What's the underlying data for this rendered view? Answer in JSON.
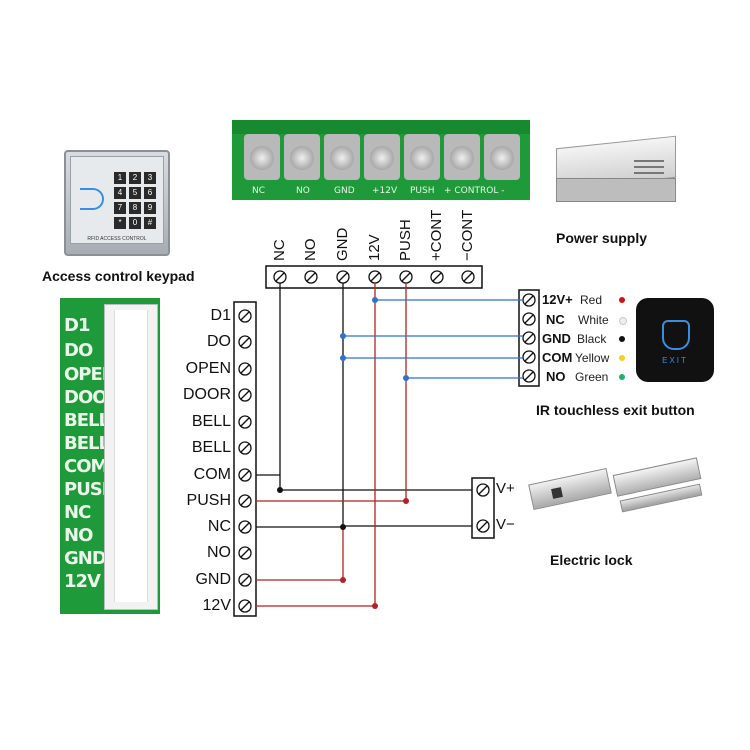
{
  "captions": {
    "keypad": "Access control keypad",
    "power": "Power supply",
    "exit": "IR touchless exit button",
    "lock": "Electric lock"
  },
  "keypad_device": {
    "brand_text": "RFID ACCESS CONTROL",
    "keys": [
      "1",
      "2",
      "3",
      "4",
      "5",
      "6",
      "7",
      "8",
      "9",
      "*",
      "0",
      "#"
    ]
  },
  "power_board": {
    "silk": [
      "NC",
      "NO",
      "GND",
      "+12V",
      "PUSH",
      "+ CONTROL -"
    ]
  },
  "top_terminal": {
    "labels": [
      "NC",
      "NO",
      "GND",
      "12V",
      "PUSH",
      "+CONT",
      "−CONT"
    ]
  },
  "controller_pcb": {
    "silk": [
      "D1",
      "DO",
      "OPEN",
      "DOOR",
      "BELL",
      "BELL",
      "COM",
      "PUSH",
      "NC",
      "NO",
      "GND",
      "12V"
    ]
  },
  "left_terminal": {
    "labels": [
      "D1",
      "DO",
      "OPEN",
      "DOOR",
      "BELL",
      "BELL",
      "COM",
      "PUSH",
      "NC",
      "NO",
      "GND",
      "12V"
    ]
  },
  "exit_terminal": {
    "pins": [
      {
        "label": "12V+",
        "color_name": "Red",
        "dot": "#cc1111"
      },
      {
        "label": "NC",
        "color_name": "White",
        "dot": "#eeeeee"
      },
      {
        "label": "GND",
        "color_name": "Black",
        "dot": "#111111"
      },
      {
        "label": "COM",
        "color_name": "Yellow",
        "dot": "#f0d020"
      },
      {
        "label": "NO",
        "color_name": "Green",
        "dot": "#20b070"
      }
    ]
  },
  "lock_terminal": {
    "labels": [
      "V+",
      "V−"
    ]
  },
  "exit_device": {
    "text": "EXIT"
  },
  "colors": {
    "wire_red": "#b22222",
    "wire_black": "#111111",
    "wire_blue": "#2f6fd0",
    "pcb_green": "#1f9a3a"
  }
}
